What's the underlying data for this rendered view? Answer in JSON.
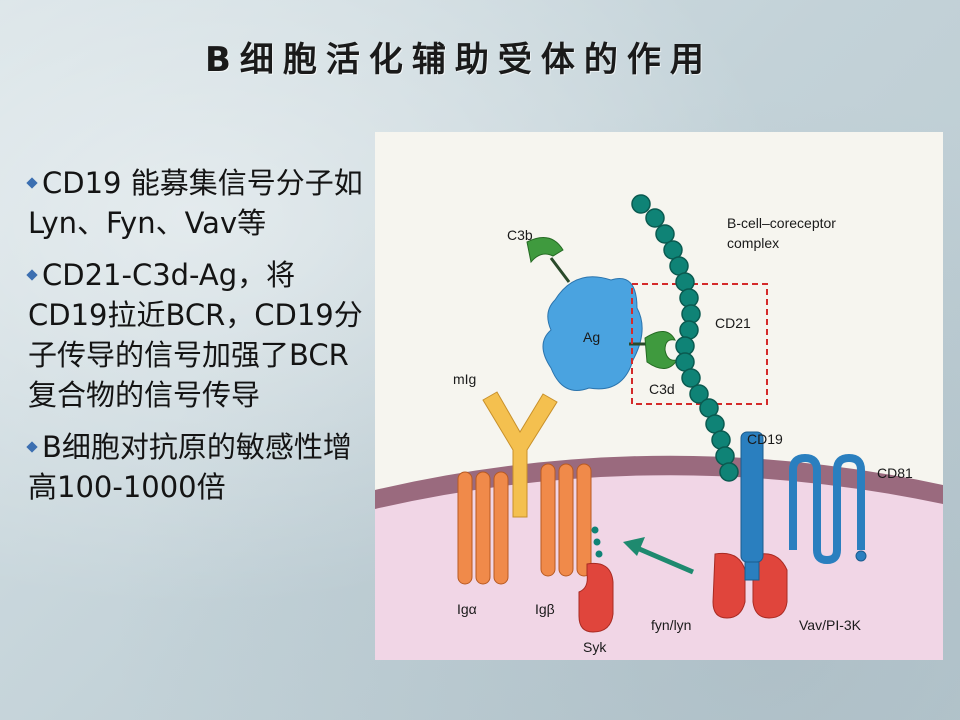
{
  "slide": {
    "title": "B细胞活化辅助受体的作用",
    "bullets": [
      "CD19 能募集信号分子如Lyn、Fyn、Vav等",
      "CD21-C3d-Ag，将CD19拉近BCR，CD19分子传导的信号加强了BCR复合物的信号传导",
      "B细胞对抗原的敏感性增高100-1000倍"
    ]
  },
  "figure": {
    "labels": {
      "c3b": "C3b",
      "ag": "Ag",
      "c3d": "C3d",
      "cd21": "CD21",
      "complex_line1": "B-cell–coreceptor",
      "complex_line2": "complex",
      "mig": "mIg",
      "cd19": "CD19",
      "cd81": "CD81",
      "ig_alpha": "Igα",
      "ig_beta": "Igβ",
      "syk": "Syk",
      "fyn_lyn": "fyn/lyn",
      "vav_pi3k": "Vav/PI-3K"
    },
    "colors": {
      "membrane": "#9a6a7e",
      "cytoplasm": "#f1d6e6",
      "antigen": "#4aa3e0",
      "complement": "#3f9a3e",
      "cd21_beads": "#0f8376",
      "cd19": "#2a7fbf",
      "ig_chain": "#f08a4a",
      "mig": "#f4c04f",
      "kinase": "#e0453c",
      "dashed_box": "#d42a2a",
      "arrow": "#1e8a6f"
    }
  }
}
